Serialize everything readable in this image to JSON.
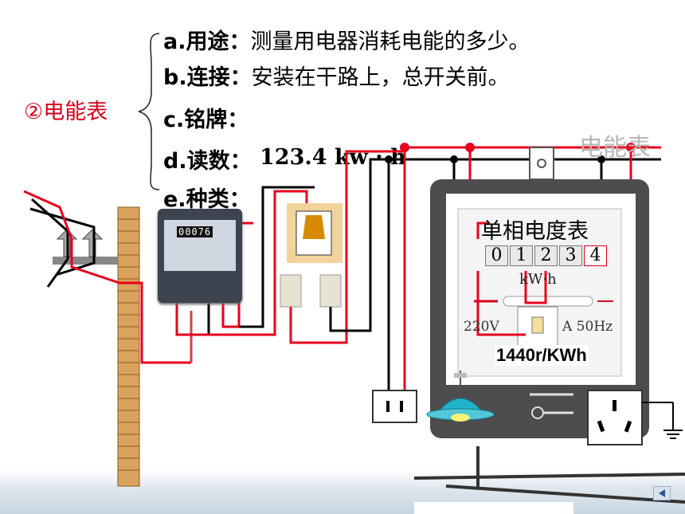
{
  "heading": "②电能表",
  "items": [
    {
      "label": "a.用途：",
      "text": "测量用电器消耗电能的多少。"
    },
    {
      "label": "b.连接：",
      "text": "安装在干路上，总开关前。"
    },
    {
      "label": "c.铭牌：",
      "text": ""
    },
    {
      "label": "d.读数：",
      "text": ""
    },
    {
      "label": "e.种类：",
      "text": ""
    }
  ],
  "reading": "123.4 kw · h",
  "meter": {
    "caption": "电能表",
    "face_title": "单相电度表",
    "digits": [
      "0",
      "1",
      "2",
      "3",
      "4"
    ],
    "unit": "kW·h",
    "voltage": "220V",
    "current_freq": "A 50Hz",
    "rate": "1440r/KWh",
    "small_meter_digits": "00076"
  },
  "colors": {
    "wire_live": "#e8001c",
    "wire_neutral": "#000000",
    "accent_red": "#d6001c"
  }
}
